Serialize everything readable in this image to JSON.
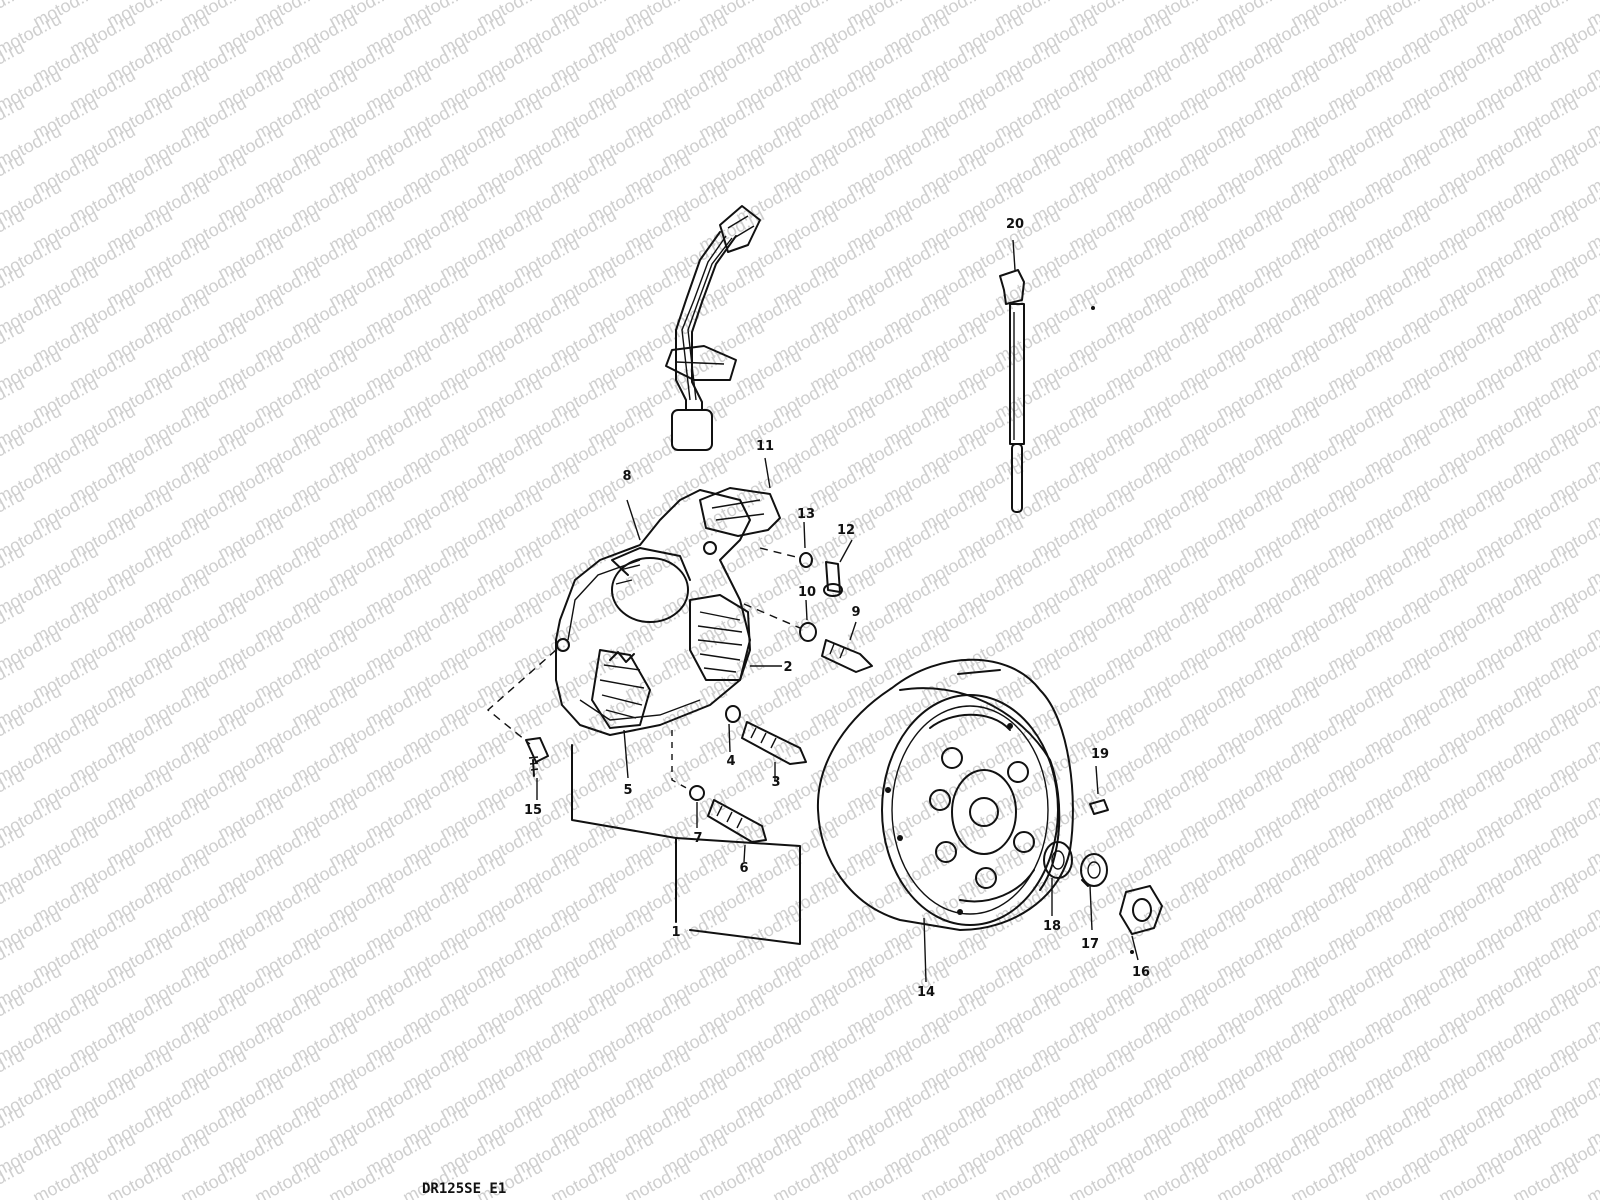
{
  "watermark": {
    "text": "motod.ru",
    "color": "#cfcfcf"
  },
  "model_label": "DR125SE E1",
  "callouts": [
    "1",
    "2",
    "3",
    "4",
    "5",
    "6",
    "7",
    "8",
    "9",
    "10",
    "11",
    "12",
    "13",
    "14",
    "15",
    "16",
    "17",
    "18",
    "19",
    "20"
  ],
  "components": {
    "stator_assembly": "stator-with-coils-and-wiring-harness",
    "flywheel_rotor": "magneto-rotor",
    "pickup_rod": "rod-with-tab"
  }
}
